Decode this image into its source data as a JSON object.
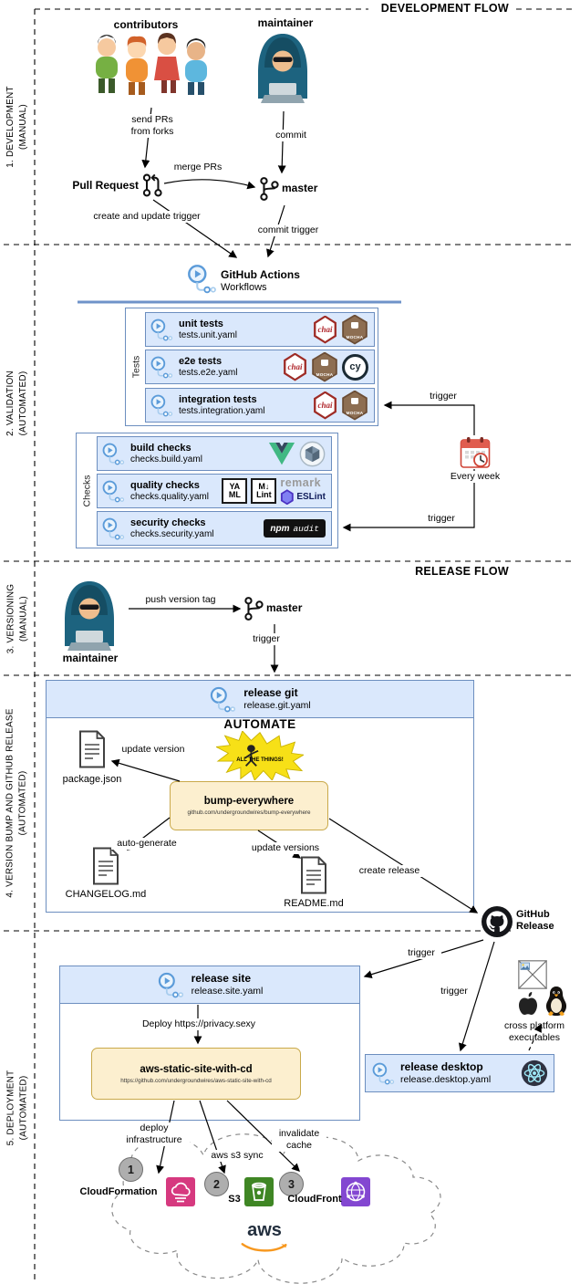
{
  "titles": {
    "development_flow": "DEVELOPMENT FLOW",
    "release_flow": "RELEASE FLOW"
  },
  "sections": {
    "s1": "1. DEVELOPMENT\n(MANUAL)",
    "s2": "2. VALIDATION\n(AUTOMATED)",
    "s3": "3. VERSIONING\n(MANUAL)",
    "s4": "4. VERSION BUMP AND GITHUB RELEASE\n(AUTOMATED)",
    "s5": "5. DEPLOYMENT\n(AUTOMATED)"
  },
  "development": {
    "contributors": "contributors",
    "maintainer": "maintainer",
    "send_prs": "send PRs\nfrom forks",
    "commit": "commit",
    "pull_request": "Pull Request",
    "merge_prs": "merge PRs",
    "master": "master",
    "create_update_trigger": "create and update trigger",
    "commit_trigger": "commit trigger"
  },
  "validation": {
    "github_actions": "GitHub Actions",
    "workflows": "Workflows",
    "tests_group": "Tests",
    "checks_group": "Checks",
    "rows": [
      {
        "title": "unit tests",
        "file": "tests.unit.yaml"
      },
      {
        "title": "e2e tests",
        "file": "tests.e2e.yaml"
      },
      {
        "title": "integration tests",
        "file": "tests.integration.yaml"
      },
      {
        "title": "build checks",
        "file": "checks.build.yaml"
      },
      {
        "title": "quality checks",
        "file": "checks.quality.yaml"
      },
      {
        "title": "security checks",
        "file": "checks.security.yaml"
      }
    ],
    "trigger": "trigger",
    "every_week": "Every week"
  },
  "badges": {
    "chai": "chai",
    "mocha": "MOCHA",
    "cypress": "cy",
    "yaml": "YA\nML",
    "mdlint": "M↓\nLint",
    "remark": "remark",
    "eslint": "ESLint",
    "npm": "npm",
    "audit": "audit"
  },
  "versioning": {
    "maintainer": "maintainer",
    "push_version_tag": "push version tag",
    "master": "master",
    "trigger": "trigger"
  },
  "version_bump": {
    "title": "release git",
    "file": "release.git.yaml",
    "package_json": "package.json",
    "update_version": "update version",
    "meme_top": "AUTOMATE",
    "meme_bottom": "ALL THE THINGS!",
    "bump_title": "bump-everywhere",
    "bump_sub": "github.com/undergroundwires/bump-everywhere",
    "auto_generate": "auto-generate",
    "changelog": "CHANGELOG.md",
    "update_versions": "update versions",
    "readme": "README.md",
    "create_release": "create release",
    "github_release": "GitHub\nRelease"
  },
  "deployment": {
    "site_title": "release site",
    "site_file": "release.site.yaml",
    "deploy_url": "Deploy https://privacy.sexy",
    "aws_cd_title": "aws-static-site-with-cd",
    "aws_cd_sub": "https://github.com/undergroundwires/aws-static-site-with-cd",
    "trigger": "trigger",
    "cross_platform": "cross platform\nexecutables",
    "desktop_title": "release desktop",
    "desktop_file": "release.desktop.yaml",
    "deploy_infrastructure": "deploy\ninfrastructure",
    "aws_s3_sync": "aws s3 sync",
    "invalidate_cache": "invalidate\ncache",
    "step1": "1",
    "step2": "2",
    "step3": "3",
    "cloudformation": "CloudFormation",
    "s3": "S3",
    "cloudfront": "CloudFront",
    "aws": "aws"
  },
  "icons": {
    "workflow-icon": "github-actions-workflow",
    "pull-request-icon": "git-pull-request",
    "branch-icon": "git-branch",
    "calendar-icon": "weekly-calendar-clock",
    "file-icon": "document-file",
    "github-icon": "octocat-circle",
    "electron-icon": "electron-atom",
    "windows-icon": "windows-placeholder",
    "apple-icon": "apple-logo",
    "linux-icon": "tux-penguin",
    "cloudformation-icon": "aws-cloudformation",
    "s3-icon": "aws-s3-bucket",
    "cloudfront-icon": "aws-cloudfront",
    "aws-smile-icon": "aws-orange-swoosh",
    "contributors-image": "cartoon-people-group",
    "maintainer-image": "hooded-hacker-with-laptop",
    "meme-starburst-icon": "automate-all-the-things-burst",
    "chai-icon": "chai-hexagon",
    "mocha-icon": "mocha-hexagon",
    "cypress-icon": "cypress-circle",
    "vue-icon": "vue-triangle",
    "webpack-icon": "webpack-cube",
    "eslint-icon": "eslint-hexagon"
  }
}
